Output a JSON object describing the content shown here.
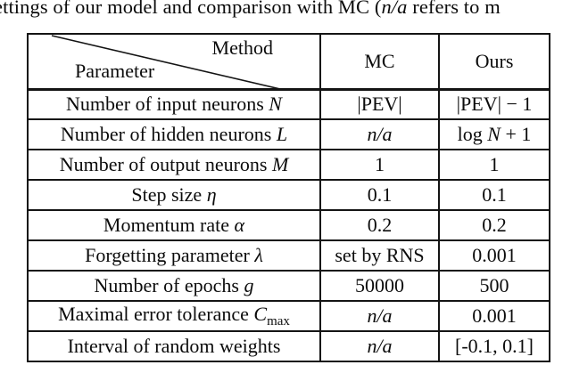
{
  "caption": {
    "pre": "ettings of our model and comparison with MC (",
    "na": "n/a",
    "post": " refers to m"
  },
  "table": {
    "header": {
      "method_label": "Method",
      "parameter_label": "Parameter",
      "mc_label": "MC",
      "ours_label": "Ours"
    },
    "rows": [
      {
        "param": [
          [
            "Number of input neurons ",
            "u"
          ],
          [
            "N",
            "i"
          ]
        ],
        "mc": [
          [
            "|PEV|",
            "u"
          ]
        ],
        "ours": [
          [
            "|PEV| − 1",
            "u"
          ]
        ]
      },
      {
        "param": [
          [
            "Number of hidden neurons ",
            "u"
          ],
          [
            "L",
            "i"
          ]
        ],
        "mc": [
          [
            "n/a",
            "i"
          ]
        ],
        "ours": [
          [
            "log ",
            "u"
          ],
          [
            "N",
            "i"
          ],
          [
            " + 1",
            "u"
          ]
        ]
      },
      {
        "param": [
          [
            "Number of output neurons ",
            "u"
          ],
          [
            "M",
            "i"
          ]
        ],
        "mc": [
          [
            "1",
            "u"
          ]
        ],
        "ours": [
          [
            "1",
            "u"
          ]
        ]
      },
      {
        "param": [
          [
            "Step size ",
            "u"
          ],
          [
            "η",
            "i"
          ]
        ],
        "mc": [
          [
            "0.1",
            "u"
          ]
        ],
        "ours": [
          [
            "0.1",
            "u"
          ]
        ]
      },
      {
        "param": [
          [
            "Momentum rate ",
            "u"
          ],
          [
            "α",
            "i"
          ]
        ],
        "mc": [
          [
            "0.2",
            "u"
          ]
        ],
        "ours": [
          [
            "0.2",
            "u"
          ]
        ]
      },
      {
        "param": [
          [
            "Forgetting parameter ",
            "u"
          ],
          [
            "λ",
            "i"
          ]
        ],
        "mc": [
          [
            "set by RNS",
            "u"
          ]
        ],
        "ours": [
          [
            "0.001",
            "u"
          ]
        ]
      },
      {
        "param": [
          [
            "Number of epochs ",
            "u"
          ],
          [
            "g",
            "i"
          ]
        ],
        "mc": [
          [
            "50000",
            "u"
          ]
        ],
        "ours": [
          [
            "500",
            "u"
          ]
        ]
      },
      {
        "param": [
          [
            "Maximal error tolerance ",
            "u"
          ],
          [
            "C",
            "i"
          ],
          [
            "max",
            "sub"
          ]
        ],
        "mc": [
          [
            "n/a",
            "i"
          ]
        ],
        "ours": [
          [
            "0.001",
            "u"
          ]
        ]
      },
      {
        "param": [
          [
            "Interval of random weights",
            "u"
          ]
        ],
        "mc": [
          [
            "n/a",
            "i"
          ]
        ],
        "ours": [
          [
            "[-0.1, 0.1]",
            "u"
          ]
        ]
      }
    ]
  }
}
